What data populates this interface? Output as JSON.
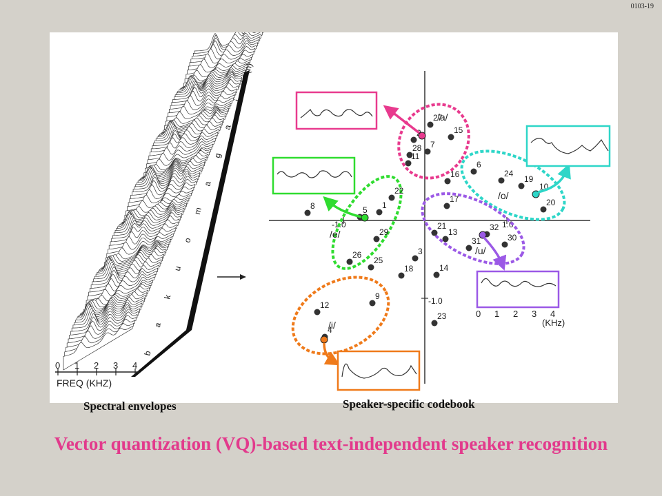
{
  "slide_id": "0103-19",
  "captions": {
    "left": "Spectral envelopes",
    "right": "Speaker-specific codebook"
  },
  "title": "Vector quantization (VQ)-based text-independent speaker recognition",
  "spectrogram": {
    "freq_label": "FREQ (KHZ)",
    "freq_ticks": [
      "0",
      "1",
      "2",
      "3",
      "4"
    ],
    "phonemes": [
      "b",
      "a",
      "k",
      "u",
      "o",
      "m",
      "a",
      "g",
      "a",
      "i",
      "(n)"
    ]
  },
  "codebook": {
    "axis_labels": {
      "left": "-1.0",
      "right": "1.0",
      "bottom": "-1.0"
    },
    "clusters": [
      {
        "label": "/a/",
        "color": "#e83a8e"
      },
      {
        "label": "/o/",
        "color": "#2ed6c8"
      },
      {
        "label": "/e/",
        "color": "#2fdc2f"
      },
      {
        "label": "/u/",
        "color": "#9b59e6"
      },
      {
        "label": "/i/",
        "color": "#ef7a1a"
      }
    ],
    "points": [
      "27",
      "15",
      "2",
      "7",
      "28",
      "11",
      "16",
      "6",
      "24",
      "19",
      "10",
      "20",
      "22",
      "8",
      "1",
      "5",
      "17",
      "21",
      "13",
      "32",
      "30",
      "31",
      "29",
      "26",
      "3",
      "25",
      "18",
      "14",
      "9",
      "12",
      "4",
      "23"
    ],
    "inset_freq_ticks": [
      "0",
      "1",
      "2",
      "3",
      "4"
    ],
    "inset_unit": "(KHz)"
  }
}
